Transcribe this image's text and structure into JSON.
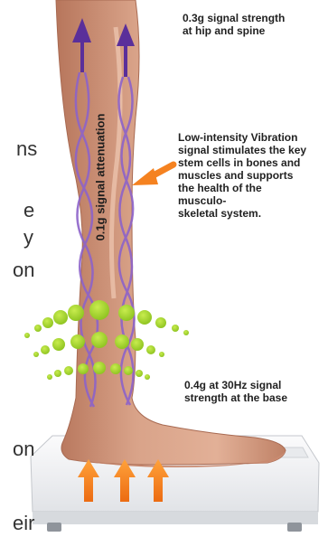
{
  "labels": {
    "top": [
      "0.3g signal strength",
      "at hip and spine"
    ],
    "middle": [
      "Low-intensity Vibration",
      "signal stimulates the key",
      "stem cells in bones and",
      "muscles and supports",
      "the health of the",
      "musculo-",
      "skeletal system."
    ],
    "bottom": [
      "0.4g at 30Hz signal",
      "strength at the base"
    ],
    "vertical": "0.1g signal attenuation"
  },
  "left_fragments": [
    "ns",
    "e",
    "y",
    "on",
    "on",
    "eir"
  ],
  "colors": {
    "skin": "#d49a80",
    "skin_shadow": "#b7765c",
    "skin_light": "#ecc3ac",
    "wave_purple": "#8d63c9",
    "arrow_purple": "#5a2f9a",
    "arrow_orange": "#f58220",
    "dot_green": "#9ccc2c",
    "platform": "#f3f4f6"
  },
  "icons": {
    "up_arrow": "purple-up-arrow-icon",
    "pointer_arrow": "orange-pointer-arrow-icon",
    "push_arrow": "orange-up-arrow-icon"
  }
}
